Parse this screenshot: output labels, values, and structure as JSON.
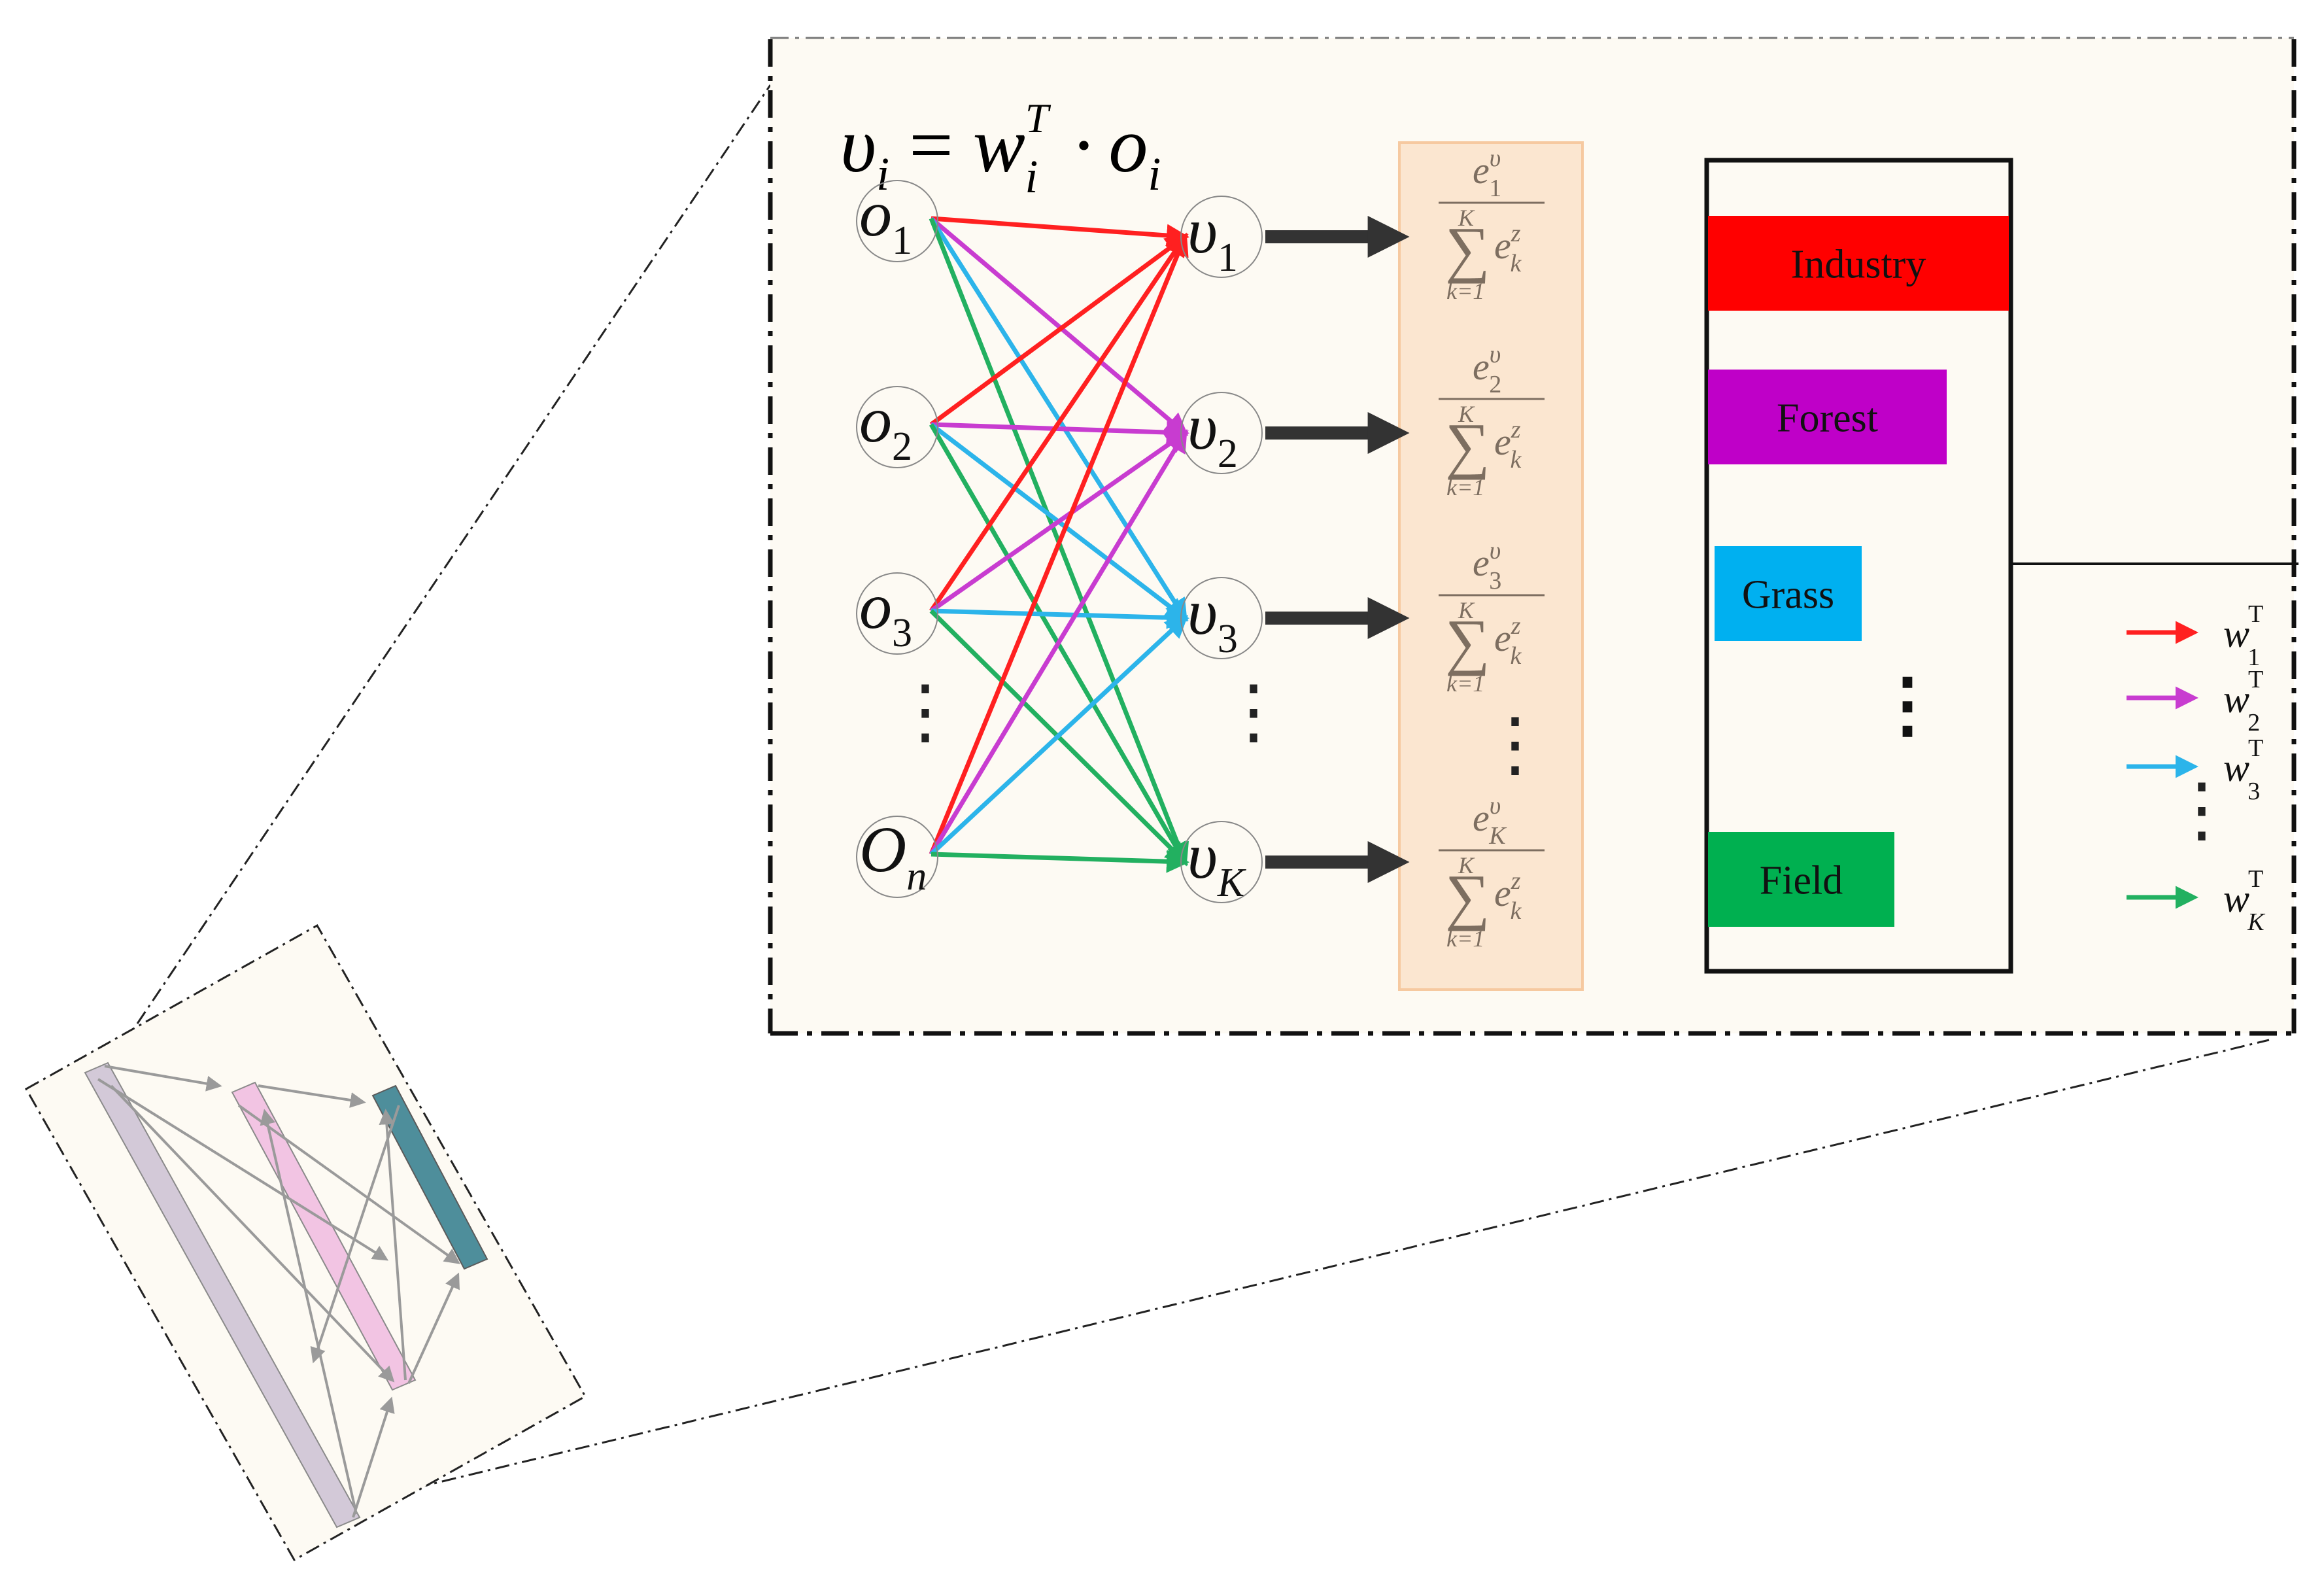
{
  "diagram": {
    "equation": {
      "lhs_symbol": "υ",
      "lhs_sub": "i",
      "equals": "=",
      "weight_symbol": "w",
      "weight_sub": "i",
      "weight_sup": "T",
      "dot": "·",
      "input_symbol": "o",
      "input_sub": "i"
    },
    "input_nodes": [
      {
        "symbol": "o",
        "sub": "1"
      },
      {
        "symbol": "o",
        "sub": "2"
      },
      {
        "symbol": "o",
        "sub": "3"
      },
      {
        "symbol": "O",
        "sub": "n"
      }
    ],
    "output_nodes": [
      {
        "symbol": "υ",
        "sub": "1"
      },
      {
        "symbol": "υ",
        "sub": "2"
      },
      {
        "symbol": "υ",
        "sub": "3"
      },
      {
        "symbol": "υ",
        "sub": "K"
      }
    ],
    "ellipsis": "⋮",
    "softmax_terms": [
      {
        "num_base": "e",
        "num_sup": "υ",
        "num_sub": "1",
        "sum": "∑",
        "sum_top": "K",
        "sum_bottom": "k=1",
        "den_base": "e",
        "den_sup": "z",
        "den_sub": "k"
      },
      {
        "num_base": "e",
        "num_sup": "υ",
        "num_sub": "2",
        "sum": "∑",
        "sum_top": "K",
        "sum_bottom": "k=1",
        "den_base": "e",
        "den_sup": "z",
        "den_sub": "k"
      },
      {
        "num_base": "e",
        "num_sup": "υ",
        "num_sub": "3",
        "sum": "∑",
        "sum_top": "K",
        "sum_bottom": "k=1",
        "den_base": "e",
        "den_sup": "z",
        "den_sub": "k"
      },
      {
        "num_base": "e",
        "num_sup": "υ",
        "num_sub": "K",
        "sum": "∑",
        "sum_top": "K",
        "sum_bottom": "k=1",
        "den_base": "e",
        "den_sup": "z",
        "den_sub": "k"
      }
    ],
    "categories": [
      {
        "label": "Industry",
        "color": "#ff0000"
      },
      {
        "label": "Forest",
        "color": "#bf00c8"
      },
      {
        "label": "Grass",
        "color": "#00b0f0"
      },
      {
        "label": "Field",
        "color": "#00b050"
      }
    ],
    "legend": [
      {
        "symbol": "w",
        "sub": "1",
        "sup": "T",
        "color": "#ff2020"
      },
      {
        "symbol": "w",
        "sub": "2",
        "sup": "T",
        "color": "#c83cd0"
      },
      {
        "symbol": "w",
        "sub": "3",
        "sup": "T",
        "color": "#2cb4ea"
      },
      {
        "symbol": "w",
        "sub": "K",
        "sup": "T",
        "color": "#22b060"
      }
    ],
    "colors": {
      "panel_bg": "#fdfaf3",
      "softmax_bg": "#fbe6d0",
      "softmax_border": "#f6c9a0",
      "bar_lavender": "#d3c9d8",
      "bar_pink": "#f2c4e3",
      "bar_teal": "#4e8e9b",
      "thumb_arrow": "#9a9a9a"
    }
  }
}
